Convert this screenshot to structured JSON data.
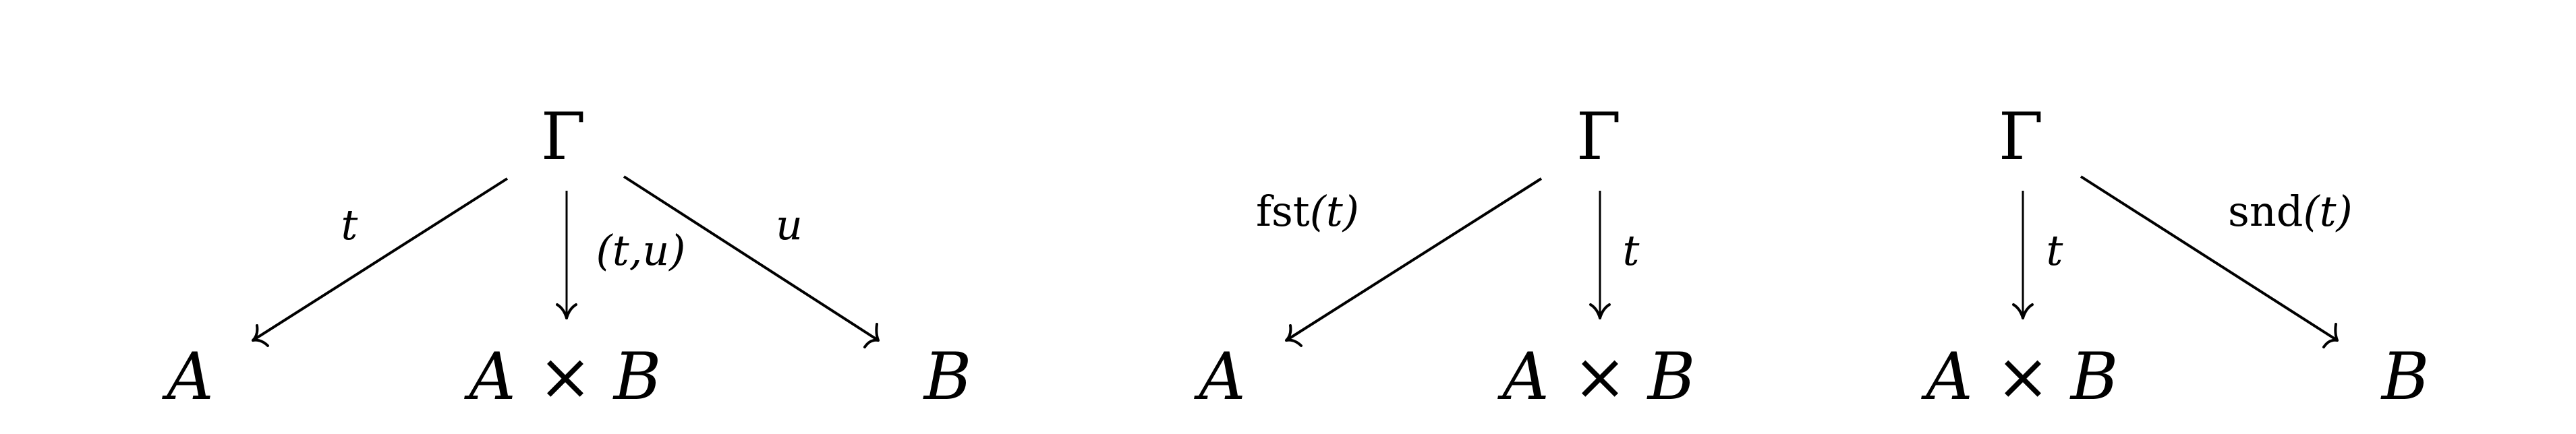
{
  "diagrams": [
    {
      "id": "pairing",
      "nodes": {
        "top": "Γ",
        "left": "A",
        "middle_a": "A",
        "middle_op": "×",
        "middle_b": "B",
        "right": "B"
      },
      "labels": {
        "left_arrow": "t",
        "middle_arrow": "(t,u)",
        "right_arrow": "u"
      }
    },
    {
      "id": "first-projection",
      "nodes": {
        "top": "Γ",
        "left": "A",
        "middle_a": "A",
        "middle_op": "×",
        "middle_b": "B"
      },
      "labels": {
        "left_arrow_fn": "fst",
        "left_arrow_arg": "(t)",
        "middle_arrow": "t"
      }
    },
    {
      "id": "second-projection",
      "nodes": {
        "top": "Γ",
        "middle_a": "A",
        "middle_op": "×",
        "middle_b": "B",
        "right": "B"
      },
      "labels": {
        "middle_arrow": "t",
        "right_arrow_fn": "snd",
        "right_arrow_arg": "(t)"
      }
    }
  ]
}
